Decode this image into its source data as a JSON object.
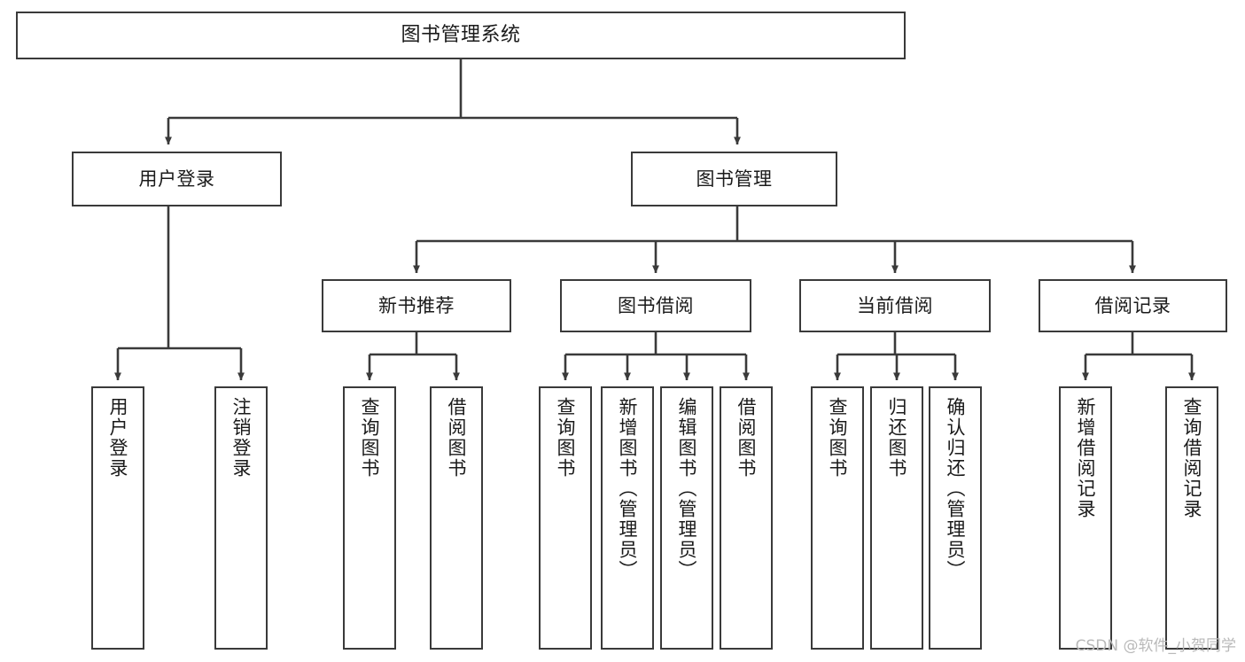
{
  "diagram": {
    "type": "tree-hierarchy-chart",
    "title": "图书管理系统",
    "line_color": "#3a3a3a",
    "box_fill": "#ffffff",
    "text_color": "#1a1a1a",
    "root": {
      "id": "root",
      "label": "图书管理系统"
    },
    "level2": [
      {
        "id": "user-login",
        "label": "用户登录"
      },
      {
        "id": "book-management",
        "label": "图书管理"
      }
    ],
    "level3": [
      {
        "id": "new-book-recommend",
        "label": "新书推荐",
        "parent": "book-management"
      },
      {
        "id": "book-borrow",
        "label": "图书借阅",
        "parent": "book-management"
      },
      {
        "id": "current-borrow",
        "label": "当前借阅",
        "parent": "book-management"
      },
      {
        "id": "borrow-record",
        "label": "借阅记录",
        "parent": "book-management"
      }
    ],
    "leaves": {
      "user_login": [
        {
          "id": "leaf-user-login",
          "label": "用户登录"
        },
        {
          "id": "leaf-user-logout",
          "label": "注销登录"
        }
      ],
      "new_book_recommend": [
        {
          "id": "leaf-query-book-1",
          "label": "查询图书"
        },
        {
          "id": "leaf-borrow-book-1",
          "label": "借阅图书"
        }
      ],
      "book_borrow": [
        {
          "id": "leaf-query-book-2",
          "label": "查询图书"
        },
        {
          "id": "leaf-add-book",
          "label": "新增图书（管理员）"
        },
        {
          "id": "leaf-edit-book",
          "label": "编辑图书（管理员）"
        },
        {
          "id": "leaf-borrow-book-2",
          "label": "借阅图书"
        }
      ],
      "current_borrow": [
        {
          "id": "leaf-query-book-3",
          "label": "查询图书"
        },
        {
          "id": "leaf-return-book",
          "label": "归还图书"
        },
        {
          "id": "leaf-confirm-return",
          "label": "确认归还（管理员）"
        }
      ],
      "borrow_record": [
        {
          "id": "leaf-add-record",
          "label": "新增借阅记录"
        },
        {
          "id": "leaf-query-record",
          "label": "查询借阅记录"
        }
      ]
    }
  },
  "watermark": {
    "text": "CSDN @软件_小贺同学"
  }
}
